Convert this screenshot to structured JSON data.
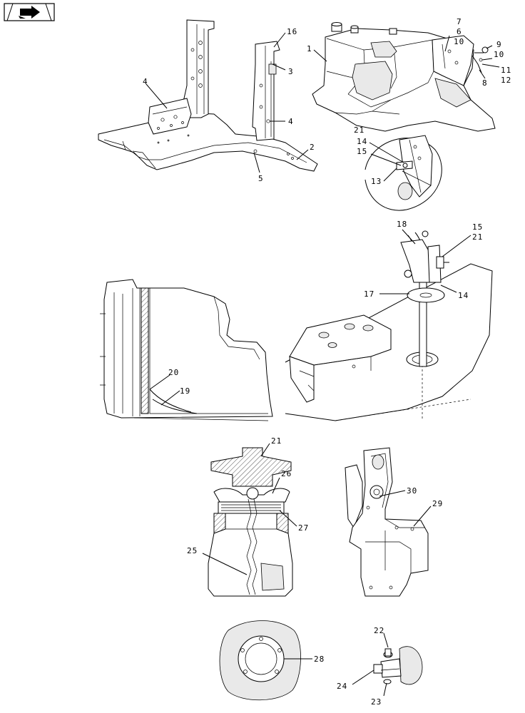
{
  "nav_icon": {
    "name": "arrow-right-icon"
  },
  "callouts": [
    {
      "id": "c16",
      "text": "16"
    },
    {
      "id": "c4a",
      "text": "4"
    },
    {
      "id": "c3",
      "text": "3"
    },
    {
      "id": "c4b",
      "text": "4"
    },
    {
      "id": "c2",
      "text": "2"
    },
    {
      "id": "c5",
      "text": "5"
    },
    {
      "id": "c1",
      "text": "1"
    },
    {
      "id": "c7",
      "text": "7"
    },
    {
      "id": "c6",
      "text": "6"
    },
    {
      "id": "c10a",
      "text": "10"
    },
    {
      "id": "c9",
      "text": "9"
    },
    {
      "id": "c10b",
      "text": "10"
    },
    {
      "id": "c8",
      "text": "8"
    },
    {
      "id": "c11",
      "text": "11"
    },
    {
      "id": "c12",
      "text": "12"
    },
    {
      "id": "c21a",
      "text": "21"
    },
    {
      "id": "c14a",
      "text": "14"
    },
    {
      "id": "c15a",
      "text": "15"
    },
    {
      "id": "c13",
      "text": "13"
    },
    {
      "id": "c18",
      "text": "18"
    },
    {
      "id": "c15b",
      "text": "15"
    },
    {
      "id": "c21b",
      "text": "21"
    },
    {
      "id": "c17",
      "text": "17"
    },
    {
      "id": "c14b",
      "text": "14"
    },
    {
      "id": "c20",
      "text": "20"
    },
    {
      "id": "c19",
      "text": "19"
    },
    {
      "id": "c21c",
      "text": "21"
    },
    {
      "id": "c26",
      "text": "26"
    },
    {
      "id": "c27",
      "text": "27"
    },
    {
      "id": "c25",
      "text": "25"
    },
    {
      "id": "c30",
      "text": "30"
    },
    {
      "id": "c29",
      "text": "29"
    },
    {
      "id": "c28",
      "text": "28"
    },
    {
      "id": "c22",
      "text": "22"
    },
    {
      "id": "c24",
      "text": "24"
    },
    {
      "id": "c23",
      "text": "23"
    }
  ]
}
